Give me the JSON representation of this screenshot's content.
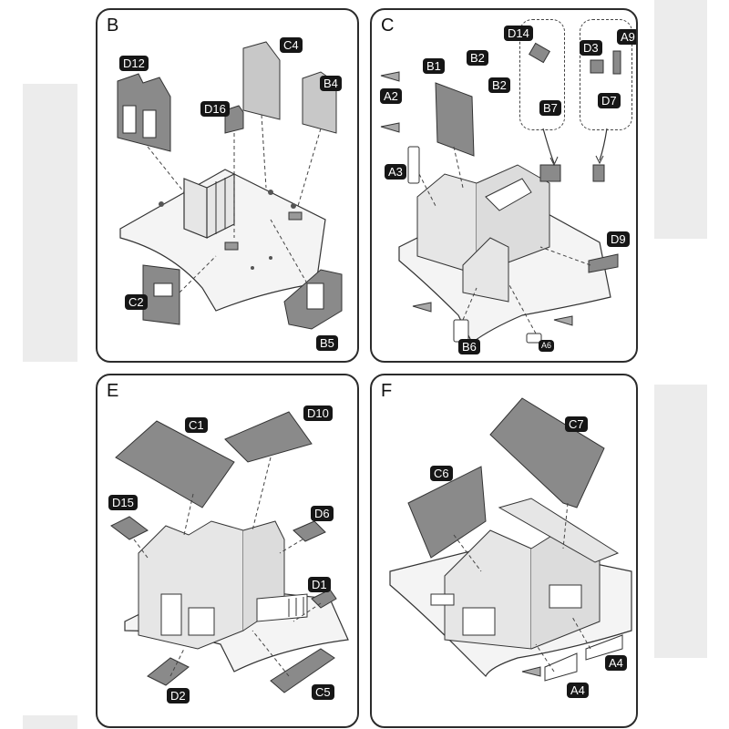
{
  "panels": {
    "b": {
      "step": "B",
      "parts": {
        "d12": "D12",
        "c4": "C4",
        "b4": "B4",
        "d16": "D16",
        "c2": "C2",
        "b5": "B5"
      }
    },
    "c": {
      "step": "C",
      "parts": {
        "d14": "D14",
        "d3": "D3",
        "a9": "A9",
        "b1": "B1",
        "b2_top": "B2",
        "b2_bottom": "B2",
        "a2": "A2",
        "b7": "B7",
        "d7": "D7",
        "a3": "A3",
        "d9": "D9",
        "b6": "B6",
        "a6": "A6"
      }
    },
    "e": {
      "step": "E",
      "parts": {
        "c1": "C1",
        "d10": "D10",
        "d15": "D15",
        "d6": "D6",
        "d1": "D1",
        "d2": "D2",
        "c5": "C5"
      }
    },
    "f": {
      "step": "F",
      "parts": {
        "c7": "C7",
        "c6": "C6",
        "a4_top": "A4",
        "a4_bottom": "A4"
      }
    }
  },
  "colors": {
    "panel_border": "#2b2b2b",
    "part_fill": "#8a8a8a",
    "tag_bg": "#161616",
    "tag_text": "#ffffff",
    "page_bg": "#ffffff",
    "strip_bg": "#ececec"
  }
}
